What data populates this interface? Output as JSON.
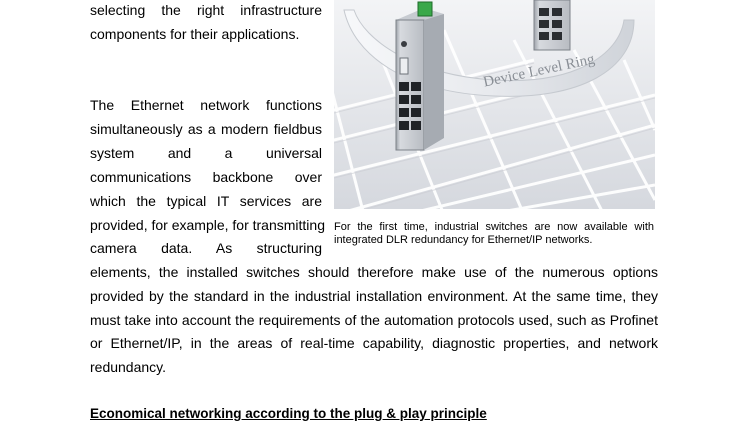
{
  "left_column": {
    "lines": [
      "selecting the right infrastructure",
      "components for their applications.",
      "The Ethernet network functions",
      "simultaneously as a modern fieldbus",
      "system and a universal",
      "communications backbone over",
      "which the typical IT services are",
      "provided, for example, for transmitting",
      "camera data. As structuring"
    ]
  },
  "full_width": {
    "lines": [
      "elements, the installed switches should therefore make use of the numerous options",
      "provided by the standard in the industrial installation environment. At the same time, they",
      "must take into account the requirements of the automation protocols used, such as Profinet",
      "or Ethernet/IP, in the areas of real-time capability, diagnostic properties, and network",
      "redundancy."
    ]
  },
  "heading": "Economical networking according to the plug & play principle",
  "figure": {
    "ring_label": "Device Level Ring"
  },
  "caption": {
    "line1": "For the first time, industrial switches are now available with",
    "line2": "integrated DLR redundancy for Ethernet/IP networks."
  }
}
